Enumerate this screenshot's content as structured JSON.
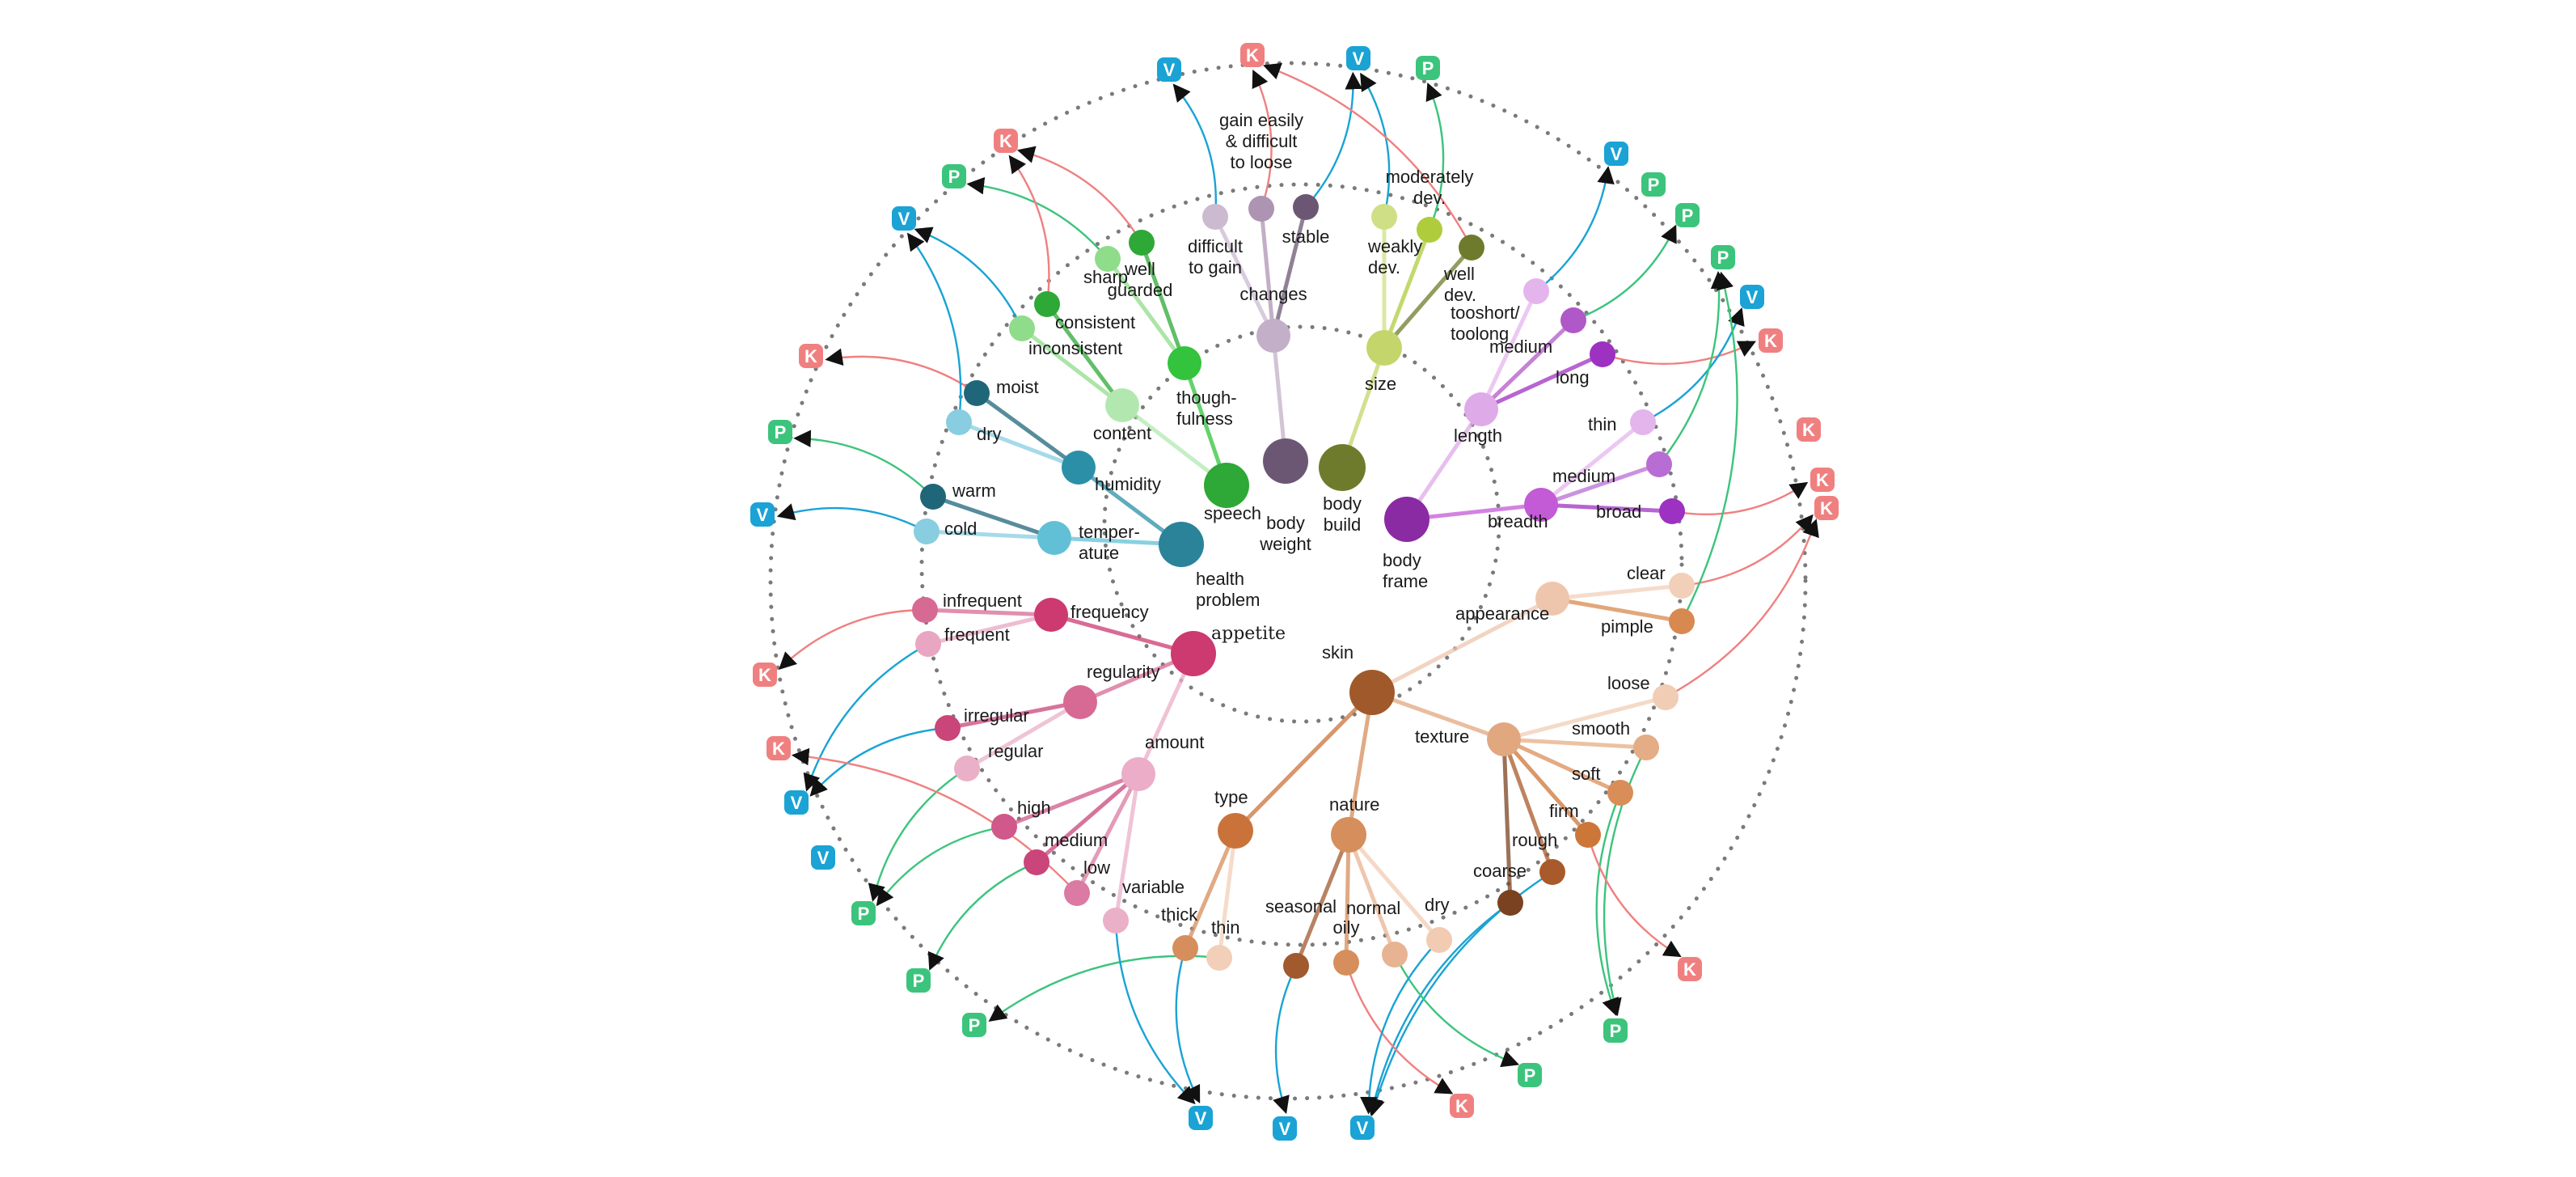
{
  "badge_letters": {
    "K": "K",
    "P": "P",
    "V": "V"
  },
  "colors": {
    "K": "#f08080",
    "P": "#3cc47c",
    "V": "#1aa3d4",
    "ring": "#7a7a7a"
  },
  "nodes": [
    {
      "id": "body_weight",
      "label": "body\nweight",
      "color": "#6b5773",
      "r": 28
    },
    {
      "id": "changes",
      "label": "changes",
      "color": "#c3b0c8",
      "r": 21
    },
    {
      "id": "difficult_gain",
      "label": "difficult\nto gain",
      "color": "#cbbad0",
      "r": 16
    },
    {
      "id": "gain_easily",
      "label": "gain easily\n& difficult\nto loose",
      "color": "#ae94b3",
      "r": 16
    },
    {
      "id": "stable",
      "label": "stable",
      "color": "#6b5773",
      "r": 16
    },
    {
      "id": "body_build",
      "label": "body\nbuild",
      "color": "#6f7b2c",
      "r": 29
    },
    {
      "id": "size",
      "label": "size",
      "color": "#c4d66b",
      "r": 22
    },
    {
      "id": "weakly_dev",
      "label": "weakly\ndev.",
      "color": "#cfdf86",
      "r": 16
    },
    {
      "id": "moderately_dev",
      "label": "moderately\ndev.",
      "color": "#aecc3c",
      "r": 16
    },
    {
      "id": "well_dev",
      "label": "well\ndev.",
      "color": "#6f7b2c",
      "r": 16
    },
    {
      "id": "body_frame",
      "label": "body\nframe",
      "color": "#8a2ba3",
      "r": 28
    },
    {
      "id": "length",
      "label": "length",
      "color": "#dfaae8",
      "r": 21
    },
    {
      "id": "breadth",
      "label": "breadth",
      "color": "#c35ad6",
      "r": 21
    },
    {
      "id": "tooshort",
      "label": "tooshort/\ntoolong",
      "color": "#e4b5ec",
      "r": 16
    },
    {
      "id": "medium_len",
      "label": "medium",
      "color": "#b158c8",
      "r": 16
    },
    {
      "id": "long",
      "label": "long",
      "color": "#9d31c1",
      "r": 16
    },
    {
      "id": "thin_fr",
      "label": "thin",
      "color": "#e4b5ec",
      "r": 16
    },
    {
      "id": "medium_br",
      "label": "medium",
      "color": "#b86dd4",
      "r": 16
    },
    {
      "id": "broad",
      "label": "broad",
      "color": "#9d31c1",
      "r": 16
    },
    {
      "id": "skin",
      "label": "skin",
      "color": "#a0592a",
      "r": 28
    },
    {
      "id": "appearance",
      "label": "appearance",
      "color": "#eec6ad",
      "r": 21
    },
    {
      "id": "clear",
      "label": "clear",
      "color": "#f2cfb8",
      "r": 16
    },
    {
      "id": "pimple",
      "label": "pimple",
      "color": "#d7894f",
      "r": 16
    },
    {
      "id": "texture",
      "label": "texture",
      "color": "#e1a77f",
      "r": 21
    },
    {
      "id": "loose",
      "label": "loose",
      "color": "#f0cdb4",
      "r": 16
    },
    {
      "id": "smooth",
      "label": "smooth",
      "color": "#e5ad85",
      "r": 16
    },
    {
      "id": "soft",
      "label": "soft",
      "color": "#d98d59",
      "r": 16
    },
    {
      "id": "firm",
      "label": "firm",
      "color": "#cc7638",
      "r": 16
    },
    {
      "id": "rough",
      "label": "rough",
      "color": "#a85a2a",
      "r": 16
    },
    {
      "id": "coarse",
      "label": "coarse",
      "color": "#7a4220",
      "r": 16
    },
    {
      "id": "nature",
      "label": "nature",
      "color": "#d68e5c",
      "r": 22
    },
    {
      "id": "seasonal",
      "label": "seasonal",
      "color": "#a05a2e",
      "r": 16
    },
    {
      "id": "oily",
      "label": "oily",
      "color": "#d68e5c",
      "r": 16
    },
    {
      "id": "normal",
      "label": "normal",
      "color": "#e8b392",
      "r": 16
    },
    {
      "id": "dry_sk",
      "label": "dry",
      "color": "#f2cbb3",
      "r": 16
    },
    {
      "id": "type",
      "label": "type",
      "color": "#c9733b",
      "r": 22
    },
    {
      "id": "thick",
      "label": "thick",
      "color": "#d68e5c",
      "r": 16
    },
    {
      "id": "thin_sk",
      "label": "thin",
      "color": "#f2cfb8",
      "r": 16
    },
    {
      "id": "appetite",
      "label": "appetite",
      "color": "#cc3a70",
      "r": 28
    },
    {
      "id": "frequency",
      "label": "frequency",
      "color": "#cc3a70",
      "r": 21
    },
    {
      "id": "regularity",
      "label": "regularity",
      "color": "#d66a94",
      "r": 21
    },
    {
      "id": "amount",
      "label": "amount",
      "color": "#ebadc8",
      "r": 21
    },
    {
      "id": "infrequent",
      "label": "infrequent",
      "color": "#d76a93",
      "r": 16
    },
    {
      "id": "frequent",
      "label": "frequent",
      "color": "#e9a6c2",
      "r": 16
    },
    {
      "id": "irregular",
      "label": "irregular",
      "color": "#c9457a",
      "r": 16
    },
    {
      "id": "regular",
      "label": "regular",
      "color": "#eab0c8",
      "r": 16
    },
    {
      "id": "high",
      "label": "high",
      "color": "#d0588a",
      "r": 16
    },
    {
      "id": "medium_am",
      "label": "medium",
      "color": "#c9457a",
      "r": 16
    },
    {
      "id": "low",
      "label": "low",
      "color": "#db7aa2",
      "r": 16
    },
    {
      "id": "variable",
      "label": "variable",
      "color": "#eab0c8",
      "r": 16
    },
    {
      "id": "health_problem",
      "label": "health\nproblem",
      "color": "#2b8399",
      "r": 28
    },
    {
      "id": "humidity",
      "label": "humidity",
      "color": "#2b8fa8",
      "r": 21
    },
    {
      "id": "temperature",
      "label": "temper-\nature",
      "color": "#62c0d6",
      "r": 21
    },
    {
      "id": "moist",
      "label": "moist",
      "color": "#1f6679",
      "r": 16
    },
    {
      "id": "dry_h",
      "label": "dry",
      "color": "#88cde0",
      "r": 16
    },
    {
      "id": "warm",
      "label": "warm",
      "color": "#1f6679",
      "r": 16
    },
    {
      "id": "cold",
      "label": "cold",
      "color": "#88cde0",
      "r": 16
    },
    {
      "id": "speech",
      "label": "speech",
      "color": "#2ea836",
      "r": 28
    },
    {
      "id": "thoughfulness",
      "label": "though-\nfulness",
      "color": "#33c33d",
      "r": 21
    },
    {
      "id": "content",
      "label": "content",
      "color": "#b2e8b0",
      "r": 21
    },
    {
      "id": "sharp",
      "label": "sharp",
      "color": "#8fdc8a",
      "r": 16
    },
    {
      "id": "well_guarded",
      "label": "well\nguarded",
      "color": "#2ea836",
      "r": 16
    },
    {
      "id": "consistent",
      "label": "consistent",
      "color": "#2ea836",
      "r": 16
    },
    {
      "id": "inconsistent",
      "label": "inconsistent",
      "color": "#8fdc8a",
      "r": 16
    }
  ],
  "edges": [
    [
      "body_weight",
      "changes"
    ],
    [
      "changes",
      "difficult_gain"
    ],
    [
      "changes",
      "gain_easily"
    ],
    [
      "changes",
      "stable"
    ],
    [
      "body_build",
      "size"
    ],
    [
      "size",
      "weakly_dev"
    ],
    [
      "size",
      "moderately_dev"
    ],
    [
      "size",
      "well_dev"
    ],
    [
      "body_frame",
      "length"
    ],
    [
      "body_frame",
      "breadth"
    ],
    [
      "length",
      "tooshort"
    ],
    [
      "length",
      "medium_len"
    ],
    [
      "length",
      "long"
    ],
    [
      "breadth",
      "thin_fr"
    ],
    [
      "breadth",
      "medium_br"
    ],
    [
      "breadth",
      "broad"
    ],
    [
      "skin",
      "appearance"
    ],
    [
      "skin",
      "texture"
    ],
    [
      "skin",
      "nature"
    ],
    [
      "skin",
      "type"
    ],
    [
      "appearance",
      "clear"
    ],
    [
      "appearance",
      "pimple"
    ],
    [
      "texture",
      "loose"
    ],
    [
      "texture",
      "smooth"
    ],
    [
      "texture",
      "soft"
    ],
    [
      "texture",
      "firm"
    ],
    [
      "texture",
      "rough"
    ],
    [
      "texture",
      "coarse"
    ],
    [
      "nature",
      "seasonal"
    ],
    [
      "nature",
      "oily"
    ],
    [
      "nature",
      "normal"
    ],
    [
      "nature",
      "dry_sk"
    ],
    [
      "type",
      "thick"
    ],
    [
      "type",
      "thin_sk"
    ],
    [
      "appetite",
      "frequency"
    ],
    [
      "appetite",
      "regularity"
    ],
    [
      "appetite",
      "amount"
    ],
    [
      "frequency",
      "infrequent"
    ],
    [
      "frequency",
      "frequent"
    ],
    [
      "regularity",
      "irregular"
    ],
    [
      "regularity",
      "regular"
    ],
    [
      "amount",
      "high"
    ],
    [
      "amount",
      "medium_am"
    ],
    [
      "amount",
      "low"
    ],
    [
      "amount",
      "variable"
    ],
    [
      "health_problem",
      "humidity"
    ],
    [
      "health_problem",
      "temperature"
    ],
    [
      "humidity",
      "moist"
    ],
    [
      "humidity",
      "dry_h"
    ],
    [
      "temperature",
      "warm"
    ],
    [
      "temperature",
      "cold"
    ],
    [
      "speech",
      "thoughfulness"
    ],
    [
      "speech",
      "content"
    ],
    [
      "thoughfulness",
      "sharp"
    ],
    [
      "thoughfulness",
      "well_guarded"
    ],
    [
      "content",
      "consistent"
    ],
    [
      "content",
      "inconsistent"
    ]
  ],
  "dosha_links": [
    [
      "difficult_gain",
      "V"
    ],
    [
      "gain_easily",
      "K"
    ],
    [
      "stable",
      "V"
    ],
    [
      "weakly_dev",
      "V"
    ],
    [
      "moderately_dev",
      "P"
    ],
    [
      "well_dev",
      "K"
    ],
    [
      "tooshort",
      "V"
    ],
    [
      "medium_len",
      "P"
    ],
    [
      "long",
      "K"
    ],
    [
      "thin_fr",
      "V"
    ],
    [
      "medium_br",
      "P"
    ],
    [
      "broad",
      "K"
    ],
    [
      "clear",
      "K"
    ],
    [
      "pimple",
      "P"
    ],
    [
      "loose",
      "K"
    ],
    [
      "smooth",
      "P"
    ],
    [
      "soft",
      "P"
    ],
    [
      "firm",
      "K"
    ],
    [
      "rough",
      "V"
    ],
    [
      "coarse",
      "V"
    ],
    [
      "seasonal",
      "V"
    ],
    [
      "oily",
      "K"
    ],
    [
      "normal",
      "P"
    ],
    [
      "dry_sk",
      "V"
    ],
    [
      "thick",
      "V"
    ],
    [
      "thin_sk",
      "P"
    ],
    [
      "infrequent",
      "K"
    ],
    [
      "frequent",
      "V"
    ],
    [
      "irregular",
      "V"
    ],
    [
      "regular",
      "P"
    ],
    [
      "high",
      "P"
    ],
    [
      "medium_am",
      "P"
    ],
    [
      "low",
      "K"
    ],
    [
      "variable",
      "V"
    ],
    [
      "moist",
      "K"
    ],
    [
      "dry_h",
      "V"
    ],
    [
      "warm",
      "P"
    ],
    [
      "cold",
      "V"
    ],
    [
      "sharp",
      "P"
    ],
    [
      "well_guarded",
      "K"
    ],
    [
      "consistent",
      "K"
    ],
    [
      "inconsistent",
      "V"
    ]
  ]
}
